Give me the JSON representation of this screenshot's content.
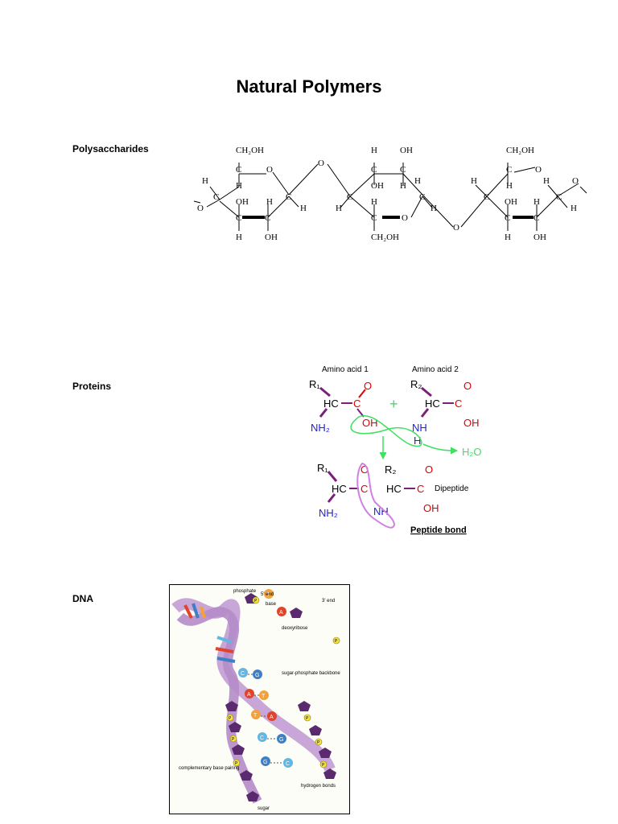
{
  "page": {
    "title": "Natural Polymers"
  },
  "sections": {
    "polysaccharides": {
      "label": "Polysaccharides"
    },
    "proteins": {
      "label": "Proteins"
    },
    "dna": {
      "label": "DNA"
    }
  },
  "polysaccharide_figure": {
    "ch2oh_left": "CH₂OH",
    "ch2oh_mid": "CH₂OH",
    "ch2oh_right": "CH₂OH",
    "h": "H",
    "oh": "OH",
    "c": "C",
    "o": "O"
  },
  "protein_figure": {
    "amino_acid_1": "Amino acid 1",
    "amino_acid_2": "Amino acid 2",
    "r1": "R₁",
    "r2": "R₂",
    "hc": "HC",
    "c": "C",
    "o": "O",
    "oh": "OH",
    "nh2": "NH₂",
    "nh": "NH",
    "h": "H",
    "plus": "+",
    "water": "H₂O",
    "dipeptide": "Dipeptide",
    "peptide_bond": "Peptide bond"
  },
  "dna_figure": {
    "phosphate": "phosphate",
    "five_end": "5' end",
    "three_end": "3' end",
    "base": "base",
    "deoxyribose": "deoxyribose",
    "backbone": "sugar-phosphate backbone",
    "complementary": "complementary base pairing",
    "hydrogen_bonds": "hydrogen bonds",
    "sugar": "sugar",
    "p": "P",
    "t": "T",
    "a": "A",
    "g": "G",
    "c": "C",
    "colors": {
      "backbone": "#c9a6d8",
      "sugar": "#5b2a6e",
      "phosphate": "#f5e23a",
      "adenine": "#e0442a",
      "thymine": "#f2a23a",
      "guanine": "#3f7fc4",
      "cytosine": "#62b6e0"
    }
  }
}
